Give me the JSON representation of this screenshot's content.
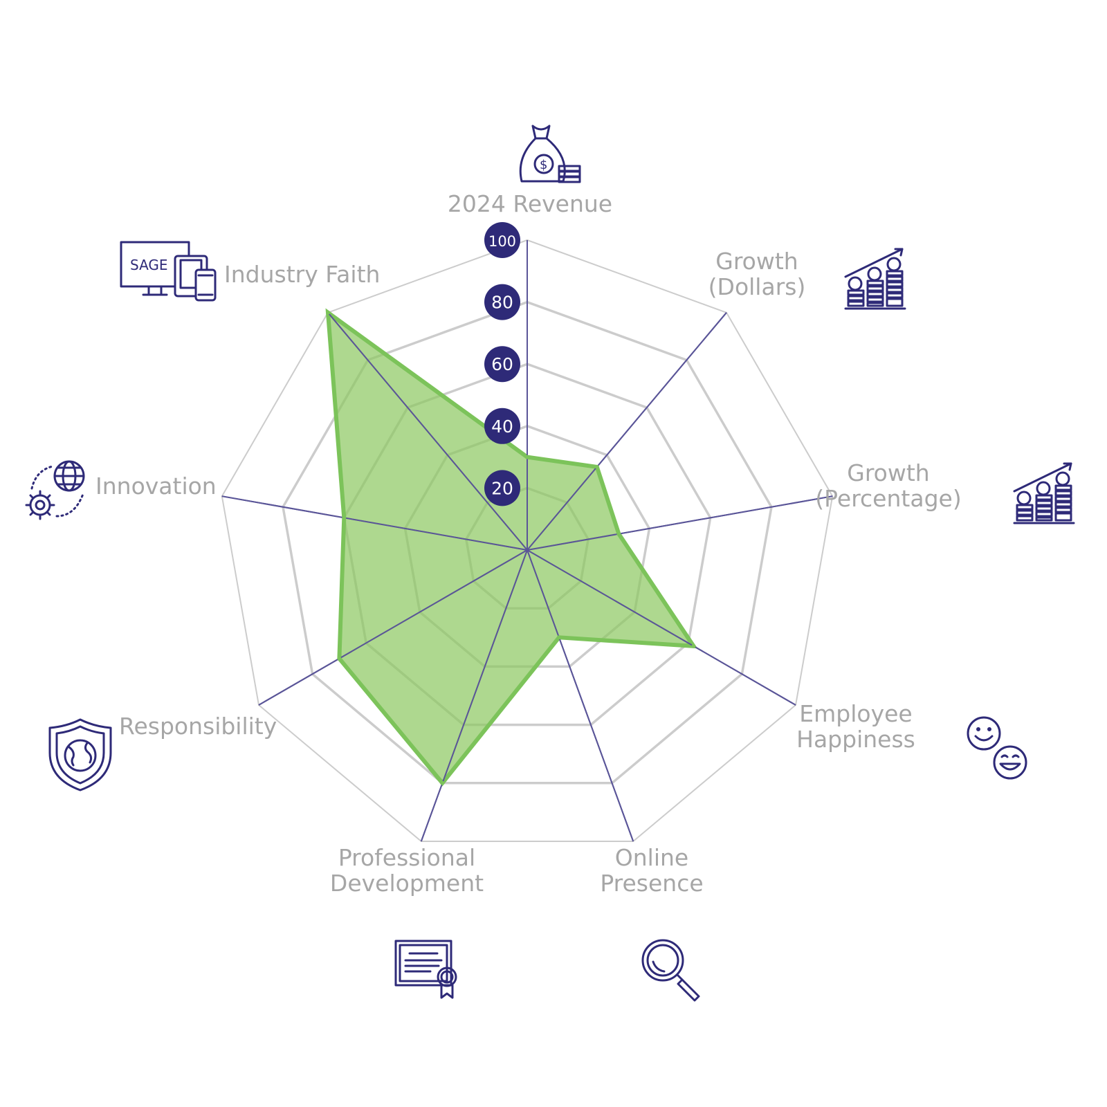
{
  "chart_data": {
    "type": "radar",
    "categories": [
      "2024 Revenue",
      "Growth (Dollars)",
      "Growth (Percentage)",
      "Employee Happiness",
      "Online Presence",
      "Professional Development",
      "Responsibility",
      "Innovation",
      "Industry Faith"
    ],
    "series": [
      {
        "values": [
          30,
          35,
          30,
          62,
          30,
          80,
          70,
          60,
          100
        ]
      }
    ],
    "rlim": [
      0,
      100
    ],
    "ticks": [
      "20",
      "40",
      "60",
      "80",
      "100"
    ],
    "colors": {
      "fill": "#8cc860",
      "fill_opacity": 0.7,
      "outline": "#7cc35a",
      "spoke": "#5a5598",
      "grid": "#cccccc",
      "tick_badge": "#2e2a78",
      "label": "#a6a6a6"
    }
  },
  "labels": {
    "revenue": [
      "2024 Revenue"
    ],
    "growth_dollars": [
      "Growth",
      "(Dollars)"
    ],
    "growth_percentage": [
      "Growth",
      "(Percentage)"
    ],
    "employee_happiness": [
      "Employee",
      "Happiness"
    ],
    "online_presence": [
      "Online",
      "Presence"
    ],
    "professional_development": [
      "Professional",
      "Development"
    ],
    "responsibility": [
      "Responsibility"
    ],
    "innovation": [
      "Innovation"
    ],
    "industry_faith": [
      "Industry Faith"
    ]
  },
  "icons": {
    "revenue": "money-bag-icon",
    "growth_dollars": "coin-growth-icon",
    "growth_percentage": "coin-growth-icon",
    "employee_happiness": "smiley-faces-icon",
    "online_presence": "magnifier-icon",
    "professional_development": "certificate-icon",
    "responsibility": "shield-globe-icon",
    "innovation": "globe-gear-icon",
    "industry_faith": "devices-icon",
    "devices_logo_text": "SAGE"
  }
}
